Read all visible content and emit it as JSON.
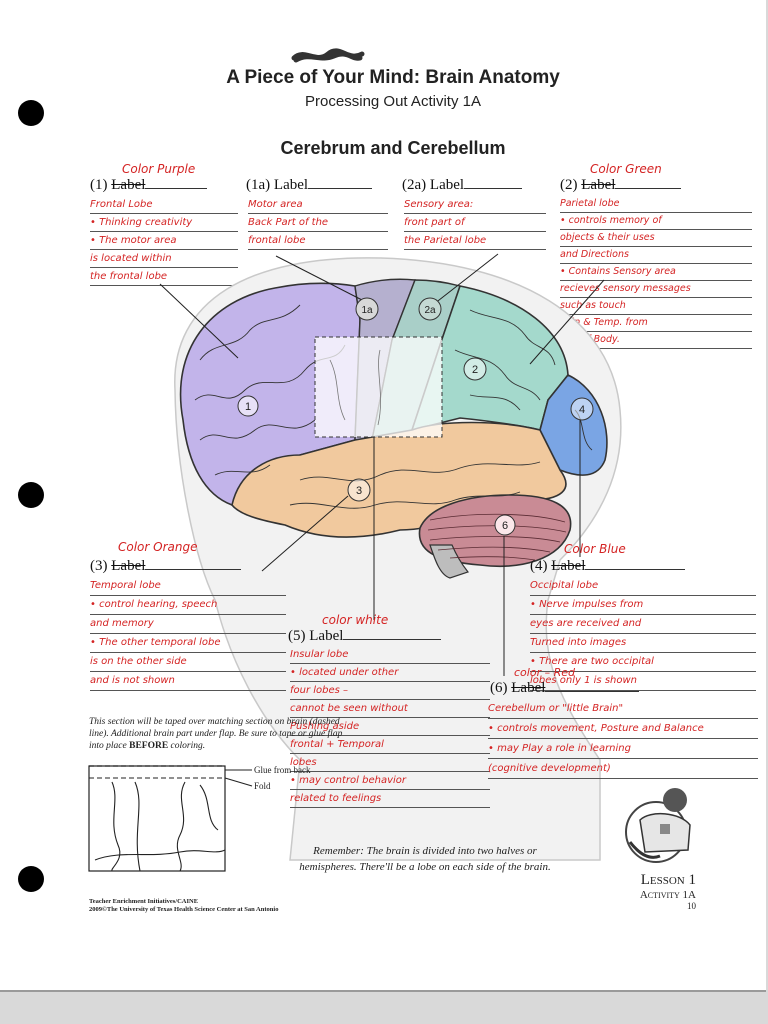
{
  "header": {
    "title": "A Piece of Your Mind: Brain Anatomy",
    "subtitle": "Processing Out Activity 1A",
    "section_title": "Cerebrum and Cerebellum"
  },
  "labels": {
    "l1": {
      "prefix": "(1) ",
      "word": "Label",
      "color_note": "Color Purple",
      "lines": [
        "Frontal Lobe",
        "• Thinking creativity",
        "• The motor area",
        "is located within",
        "the frontal lobe"
      ]
    },
    "l1a": {
      "prefix": "(1a) ",
      "word": "Label",
      "lines": [
        "Motor area",
        "Back Part of the",
        "frontal lobe"
      ]
    },
    "l2a": {
      "prefix": "(2a) ",
      "word": "Label",
      "lines": [
        "Sensory area:",
        "front part of",
        "the Parietal lobe"
      ]
    },
    "l2": {
      "prefix": "(2) ",
      "word": "Label",
      "color_note": "Color Green",
      "lines": [
        "Parietal lobe",
        "• controls memory of",
        "objects & their uses",
        "and Directions",
        "• Contains Sensory area",
        "recieves sensory messages",
        "such as touch",
        "Pain & Temp. from",
        "rest of Body."
      ]
    },
    "l3": {
      "prefix": "(3) ",
      "word": "Label",
      "color_note": "Color Orange",
      "lines": [
        "Temporal lobe",
        "• control hearing, speech",
        "and memory",
        "• The other temporal lobe",
        "is on the other side",
        "and is not shown"
      ]
    },
    "l4": {
      "prefix": "(4) ",
      "word": "Label",
      "color_note": "Color Blue",
      "lines": [
        "Occipital lobe",
        "• Nerve impulses from",
        "eyes are received and",
        "Turned into images",
        "• There are two occipital",
        "lobes only 1 is shown"
      ]
    },
    "l5": {
      "prefix": "(5) ",
      "word": "Label",
      "color_note": "color white",
      "lines": [
        "Insular lobe",
        "• located under other",
        "four lobes –",
        "cannot be seen without",
        "Pushing aside",
        "frontal + Temporal",
        "lobes",
        "• may control behavior",
        "related to feelings"
      ]
    },
    "l6": {
      "prefix": "(6) ",
      "word": "Label",
      "color_note": "color – Red",
      "lines": [
        "Cerebellum or \"little Brain\"",
        "• controls movement, Posture and Balance",
        "• may Play a role in learning",
        "(cognitive development)"
      ]
    }
  },
  "brain_markers": [
    "1",
    "1a",
    "2a",
    "2",
    "4",
    "3",
    "6"
  ],
  "flap_note": {
    "text": "This section will be taped over matching section on brain (dashed line). Additional brain part under flap. Be sure to tape or glue flap into place ",
    "emphasis": "BEFORE",
    "tail": " coloring.",
    "glue_label": "Glue from back",
    "fold_label": "Fold"
  },
  "remember": {
    "line1": "Remember: The brain is divided into two halves or",
    "line2": "hemispheres. There'll be a lobe on each side of the brain."
  },
  "footer": {
    "line1": "Teacher Enrichment Initiatives/CAINE",
    "line2": "2009©The University of Texas Health Science Center at San Antonio"
  },
  "lesson": {
    "title": "Lesson 1",
    "activity": "Activity 1A",
    "page": "10"
  },
  "colors": {
    "handwriting": "#d42424",
    "frontal": "#b9a9e3",
    "parietal": "#9fd6c9",
    "temporal": "#f0c79a",
    "occipital": "#6f9fe0",
    "cerebellum": "#c98b95",
    "insular": "#e4dff5"
  }
}
